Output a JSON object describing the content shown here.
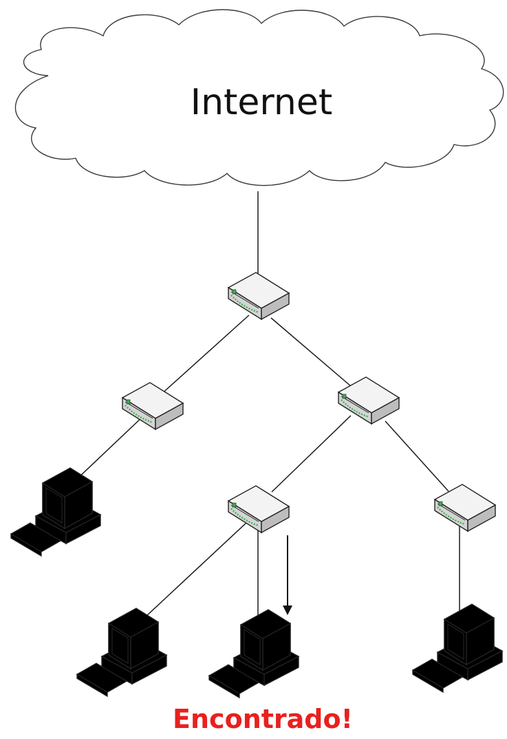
{
  "cloud": {
    "label": "Internet"
  },
  "status": {
    "label": "Encontrado!"
  },
  "colors": {
    "line": "#1a1a1a",
    "device": "#ececec",
    "device_shade": "#c8c8c8",
    "port_led": "#33b04a",
    "highlight": "#e23a3a",
    "highlight_text": "#e8201e"
  },
  "nodes": [
    {
      "id": "router-root",
      "kind": "router"
    },
    {
      "id": "router-left",
      "kind": "router"
    },
    {
      "id": "router-right",
      "kind": "router"
    },
    {
      "id": "router-mid",
      "kind": "router"
    },
    {
      "id": "router-far-right",
      "kind": "router"
    },
    {
      "id": "computer-left",
      "kind": "computer",
      "highlighted": false
    },
    {
      "id": "computer-bottom-left",
      "kind": "computer",
      "highlighted": false
    },
    {
      "id": "computer-found",
      "kind": "computer",
      "highlighted": true
    },
    {
      "id": "computer-bottom-right",
      "kind": "computer",
      "highlighted": false
    }
  ],
  "links": [
    [
      "cloud",
      "router-root"
    ],
    [
      "router-root",
      "router-left"
    ],
    [
      "router-root",
      "router-right"
    ],
    [
      "router-left",
      "computer-left"
    ],
    [
      "router-right",
      "router-mid"
    ],
    [
      "router-right",
      "router-far-right"
    ],
    [
      "router-mid",
      "computer-bottom-left"
    ],
    [
      "router-mid",
      "computer-found"
    ],
    [
      "router-far-right",
      "computer-bottom-right"
    ]
  ]
}
